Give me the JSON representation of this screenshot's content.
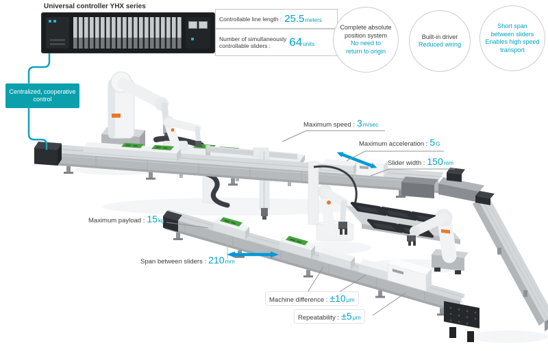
{
  "colors": {
    "accent": "#00a1c6",
    "teal_box": "#0ba0ac",
    "arrow": "#0099d8",
    "dark_text": "#3a3a3a"
  },
  "header": {
    "controller_label": "Universal controller YHX series"
  },
  "control_box": {
    "line1": "Centralized, cooperative",
    "line2": "control"
  },
  "specs": {
    "line_length": {
      "label": "Controllable line length :",
      "value": "25.5",
      "unit": "meters"
    },
    "sliders": {
      "label_line1": "Number of simultaneously",
      "label_line2": "controllable sliders :",
      "value": "64",
      "unit": "units"
    }
  },
  "features": {
    "absolute": {
      "dark1": "Complete absolute",
      "dark2": "position system",
      "cyan1": "No need to",
      "cyan2": "return to origin"
    },
    "driver": {
      "dark1": "Built-in driver",
      "cyan1": "Reduced wiring"
    },
    "span": {
      "cyan1": "Short span",
      "cyan2": "between sliders",
      "cyan3": "Enables high speed",
      "cyan4": "transport"
    }
  },
  "annotations": {
    "max_speed": {
      "label": "Maximum speed :",
      "value": "3",
      "unit": "m/sec"
    },
    "max_accel": {
      "label": "Maximum acceleration :",
      "value": "5",
      "unit": "G"
    },
    "slider_width": {
      "label": "Slider width :",
      "value": "150",
      "unit": "mm"
    },
    "payload": {
      "label": "Maximum payload :",
      "value": "15",
      "unit": "kg"
    },
    "span": {
      "label": "Span between sliders :",
      "value": "210",
      "unit": "mm"
    },
    "machine_diff": {
      "label": "Machine difference :",
      "value": "±10",
      "unit": "μm"
    },
    "repeatability": {
      "label": "Repeatability :",
      "value": "±5",
      "unit": "μm"
    }
  }
}
